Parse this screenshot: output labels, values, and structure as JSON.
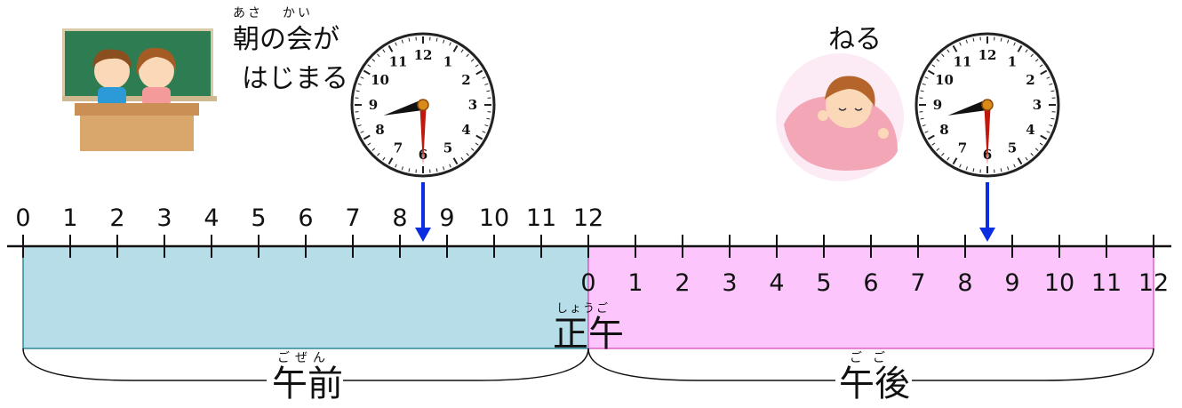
{
  "events": {
    "morning": {
      "ruby_asa": "あさ",
      "ruby_kai": "かい",
      "line1": "朝の会が",
      "line2": "はじまる"
    },
    "sleep": {
      "label": "ねる"
    }
  },
  "am_ticks": [
    "0",
    "1",
    "2",
    "3",
    "4",
    "5",
    "6",
    "7",
    "8",
    "9",
    "10",
    "11",
    "12"
  ],
  "pm_ticks": [
    "0",
    "1",
    "2",
    "3",
    "4",
    "5",
    "6",
    "7",
    "8",
    "9",
    "10",
    "11",
    "12"
  ],
  "labels": {
    "shougo": "正午",
    "shougo_ruby": "しょうご",
    "gozen": "午前",
    "gozen_ruby": "ごぜん",
    "gogo": "午後",
    "gogo_ruby": "ごご"
  },
  "clock_numbers": [
    "12",
    "1",
    "2",
    "3",
    "4",
    "5",
    "6",
    "7",
    "8",
    "9",
    "10",
    "11"
  ],
  "clocks": [
    {
      "name": "morning-clock",
      "hour": 8,
      "minute": 30
    },
    {
      "name": "bedtime-clock",
      "hour": 8,
      "minute": 30
    }
  ],
  "colors": {
    "gozen_fill": "#b7dde8",
    "gogo_fill": "#fcc6fc",
    "arrow": "#0a2ee0",
    "clock_hand_minute": "#c0180f",
    "blackboard": "#2e7d52"
  }
}
